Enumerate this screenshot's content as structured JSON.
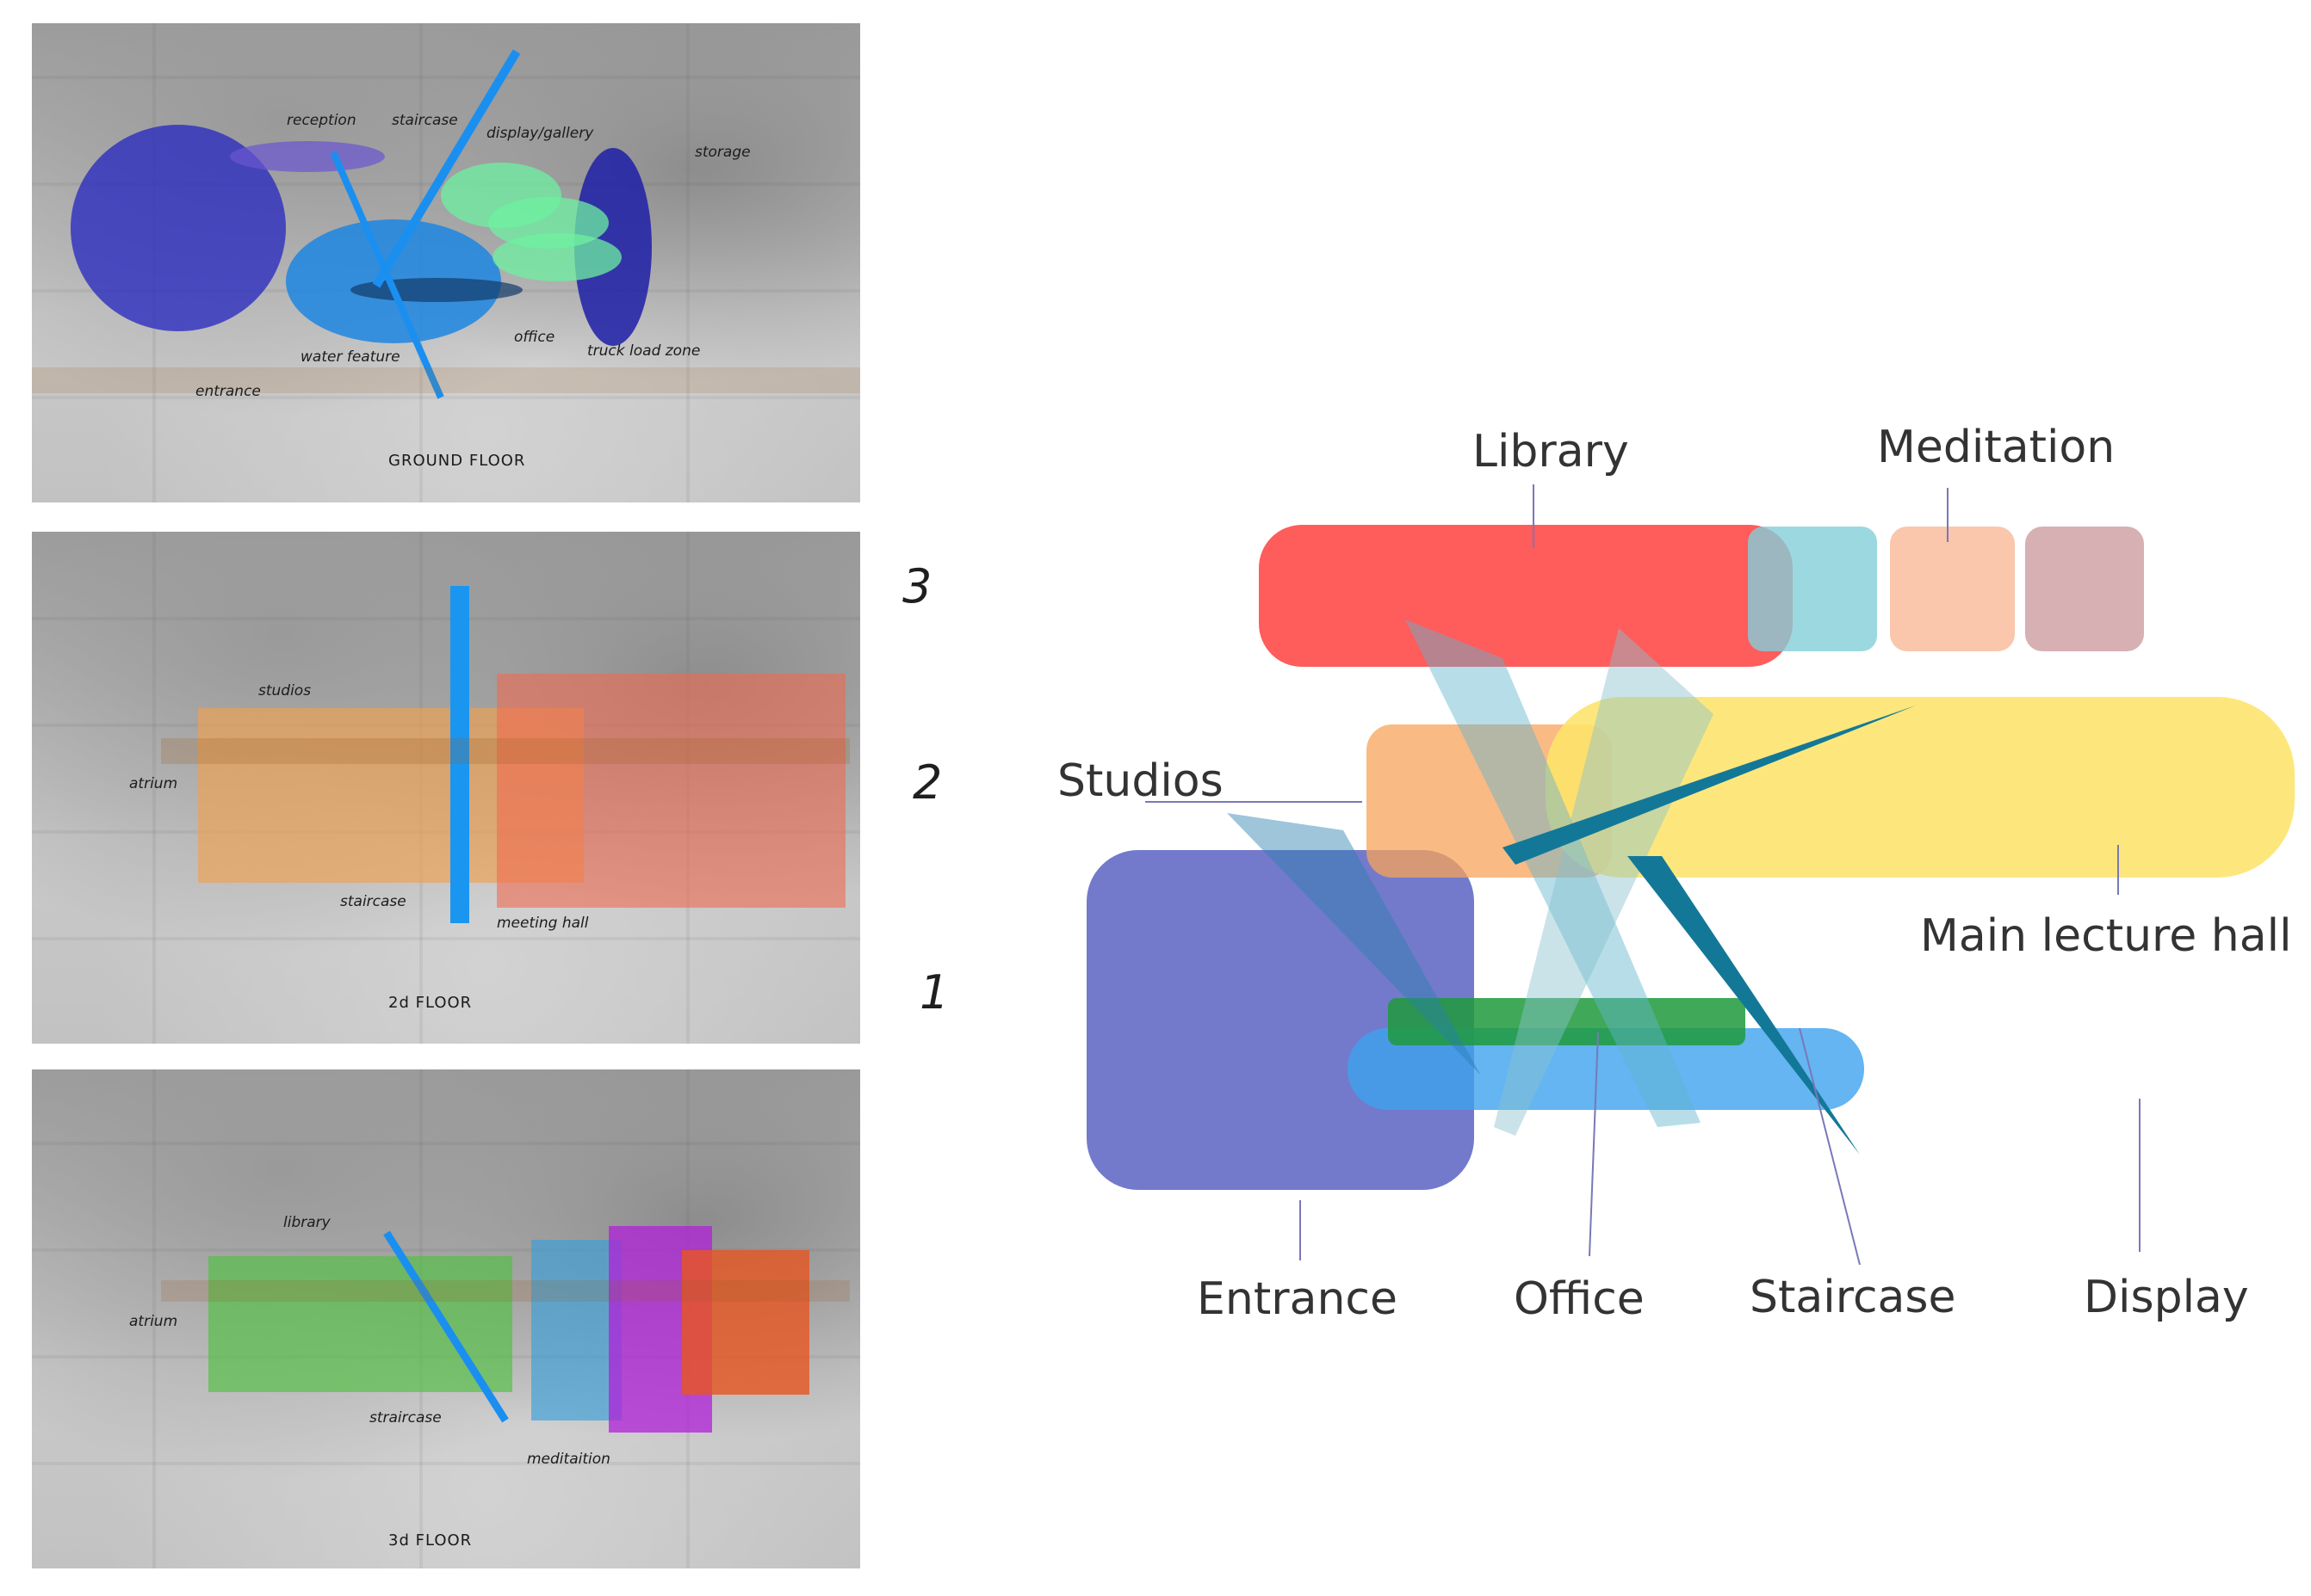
{
  "ground_floor": {
    "title": "GROUND FLOOR",
    "labels": {
      "reception": "reception",
      "staircase": "staircase",
      "display_gallery": "display/gallery",
      "storage": "storage",
      "office": "office",
      "water_feature": "water feature",
      "truck_load_zone": "truck load zone",
      "entrance": "entrance"
    }
  },
  "second_floor": {
    "title": "2d FLOOR",
    "labels": {
      "studios": "studios",
      "atrium": "atrium",
      "staircase": "staircase",
      "meeting_hall": "meeting hall"
    }
  },
  "third_floor": {
    "title": "3d FLOOR",
    "labels": {
      "library": "library",
      "atrium": "atrium",
      "staircase": "straircase",
      "meditation": "meditaition"
    }
  },
  "floor_numbers": {
    "third": "3",
    "second": "2",
    "first": "1"
  },
  "diagram": {
    "library": "Library",
    "meditation": "Meditation",
    "studios": "Studios",
    "main_lecture_hall": "Main lecture hall",
    "entrance": "Entrance",
    "office": "Office",
    "staircase": "Staircase",
    "display": "Display"
  },
  "colors": {
    "entrance_blue": "#5a63c2",
    "library_red": "#ff5050",
    "studio_orange": "#f8b07a",
    "hall_yellow": "#fde46a",
    "office_green": "#1f9a3c",
    "display_blue": "#3da2ee",
    "staircase_teal": "#1a7fa0"
  }
}
